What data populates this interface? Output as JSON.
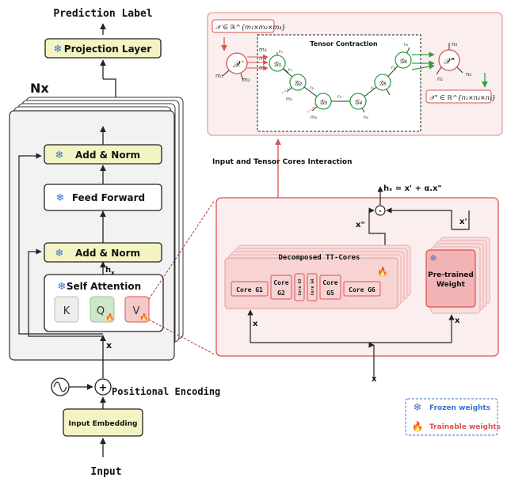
{
  "left": {
    "prediction_label": "Prediction Label",
    "projection_layer": "Projection Layer",
    "nx": "Nx",
    "add_norm_top": "Add & Norm",
    "feed_forward": "Feed Forward",
    "add_norm_bottom": "Add & Norm",
    "hx": "h",
    "hx_sub": "x",
    "self_attention": "Self Attention",
    "k": "K",
    "q": "Q",
    "v": "V",
    "x": "x",
    "plus": "+",
    "positional_encoding": "Positional Encoding",
    "input_embedding": "Input Embedding",
    "input": "Input"
  },
  "tensor": {
    "input_eq": "𝒳 ∈ ℝ^{m₁×m₂×m₃}",
    "title": "Tensor Contraction",
    "x_node": "𝒳",
    "x_out_node": "𝒳\"",
    "out_eq": "𝒳\" ∈ ℝ^{n₁×n₂×n₃}",
    "cores": [
      "𝒢₁",
      "𝒢₂",
      "𝒢₃",
      "𝒢₄",
      "𝒢₅",
      "𝒢₆"
    ],
    "dim_labels": {
      "m1": "m₁",
      "m2": "m₂",
      "m3": "m₃",
      "r0": "r₀",
      "r1": "r₁",
      "r2": "r₂",
      "r3": "r₃",
      "r4": "r₄",
      "r5": "r₅",
      "r6": "r₆",
      "n1": "n₁",
      "n2": "n₂",
      "n3": "n₃"
    }
  },
  "interaction_label": "Input and Tensor Cores Interaction",
  "adapter": {
    "formula": "hₓ = x' + α.x\"",
    "x_double_prime": "x\"",
    "x_prime": "x'",
    "dot": "·",
    "decomposed_title": "Decomposed TT-Cores",
    "core_g1": "Core G1",
    "core_g2_line1": "Core",
    "core_g2_line2": "G2",
    "core_g3": "Core G3",
    "core_g4": "Core G4",
    "core_g5_line1": "Core",
    "core_g5_line2": "G5",
    "core_g6": "Core G6",
    "pretrained_line1": "Pre-trained",
    "pretrained_line2": "Weight",
    "x_left": "x",
    "x_right": "x",
    "x_bottom": "x"
  },
  "legend": {
    "frozen": "Frozen weights",
    "trainable": "Trainable weights"
  },
  "colors": {
    "yellow_fill": "#f3f3c4",
    "red_fill": "#f7d3d3",
    "red_stroke": "#d9534f",
    "blue": "#3b6fd4",
    "green": "#2ea043"
  }
}
